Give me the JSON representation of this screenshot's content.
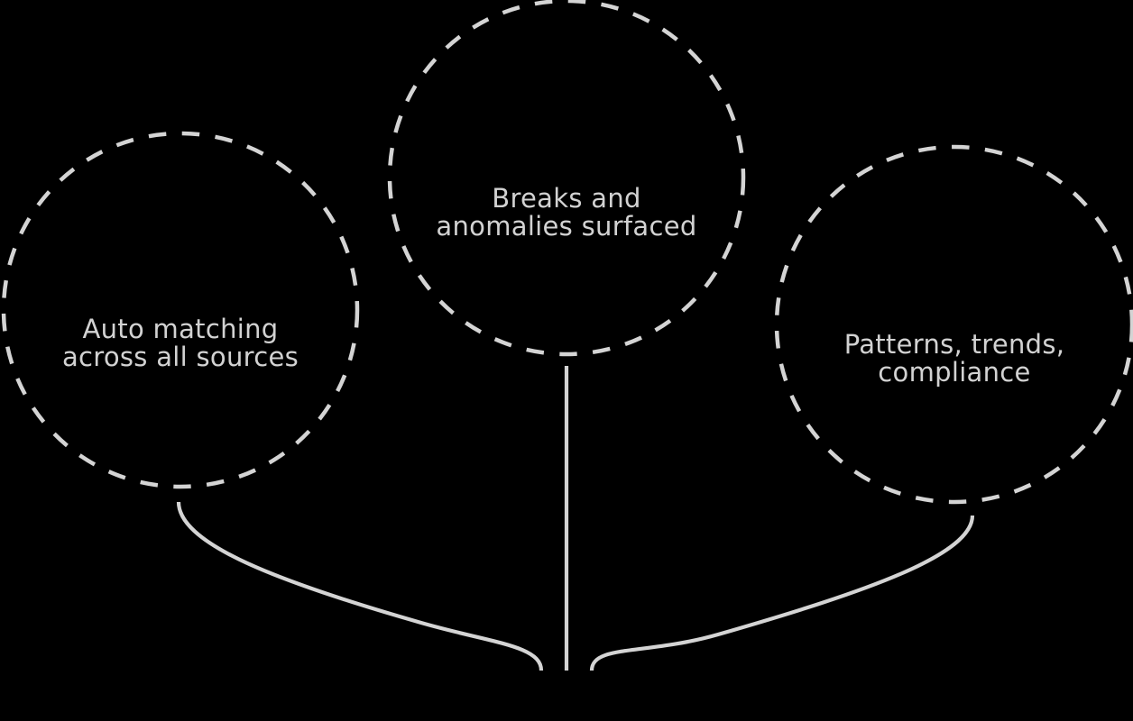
{
  "diagram": {
    "background_color": "#000000",
    "stroke_color": "#d4d4d4",
    "text_color": "#d2d2d2",
    "nodes": [
      {
        "id": "auto-matching",
        "lines": [
          "Auto matching",
          "across all sources"
        ]
      },
      {
        "id": "breaks-anomalies",
        "lines": [
          "Breaks and",
          "anomalies surfaced"
        ]
      },
      {
        "id": "patterns-compliance",
        "lines": [
          "Patterns, trends,",
          "compliance"
        ]
      }
    ]
  }
}
